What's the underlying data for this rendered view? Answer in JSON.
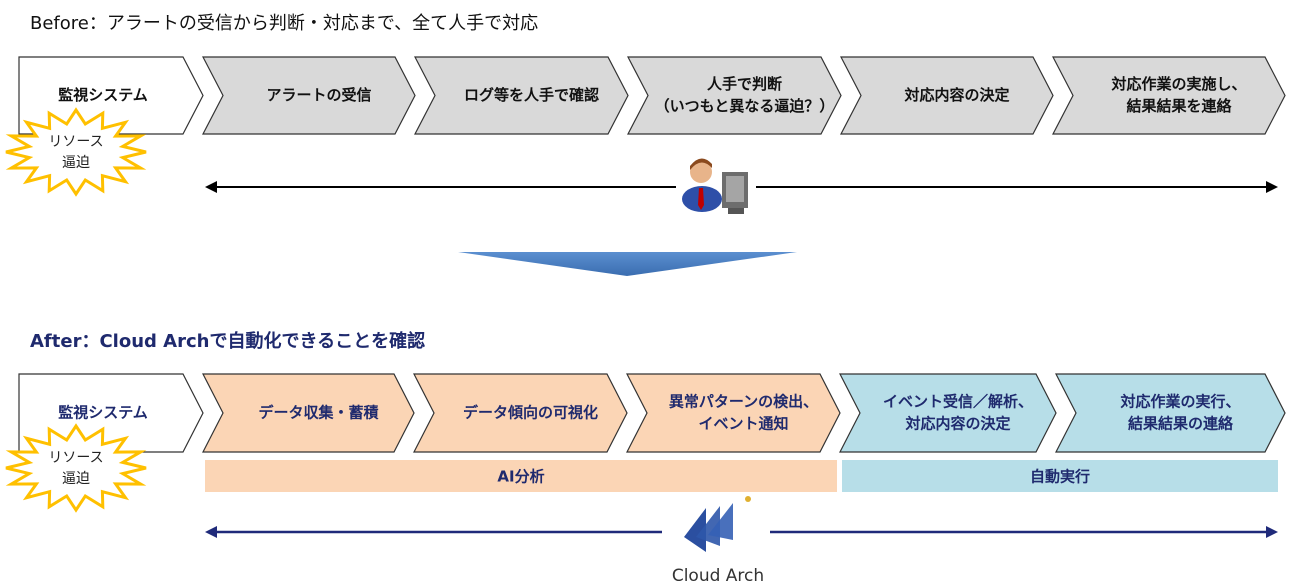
{
  "before": {
    "title": "Before：アラートの受信から判断・対応まで、全て人手で対応",
    "steps": [
      {
        "lines": [
          "監視システム"
        ]
      },
      {
        "lines": [
          "アラートの受信"
        ]
      },
      {
        "lines": [
          "ログ等を人手で確認"
        ]
      },
      {
        "lines": [
          "人手で判断",
          "（いつもと異なる逼迫？）"
        ]
      },
      {
        "lines": [
          "対応内容の決定"
        ]
      },
      {
        "lines": [
          "対応作業の実施し、",
          "結果結果を連絡"
        ]
      }
    ],
    "burst": [
      "リソース",
      "逼迫"
    ],
    "icon": "person-at-computer-icon"
  },
  "after": {
    "title": "After：Cloud Archで自動化できることを確認",
    "steps": [
      {
        "lines": [
          "監視システム"
        ]
      },
      {
        "lines": [
          "データ収集・蓄積"
        ]
      },
      {
        "lines": [
          "データ傾向の可視化"
        ]
      },
      {
        "lines": [
          "異常パターンの検出、",
          "イベント通知"
        ]
      },
      {
        "lines": [
          "イベント受信／解析、",
          "対応内容の決定"
        ]
      },
      {
        "lines": [
          "対応作業の実行、",
          "結果結果の連絡"
        ]
      }
    ],
    "burst": [
      "リソース",
      "逼迫"
    ],
    "bands": [
      {
        "label": "AI分析"
      },
      {
        "label": "自動実行"
      }
    ],
    "logo_text": "Cloud Arch"
  },
  "colors": {
    "gray": "#D9D9D9",
    "peach": "#FBD5B5",
    "lightblue": "#B7DEE8",
    "navy": "#1F2A6E",
    "burst": "#FFC000",
    "arrow_blue": "#4F81BD"
  }
}
